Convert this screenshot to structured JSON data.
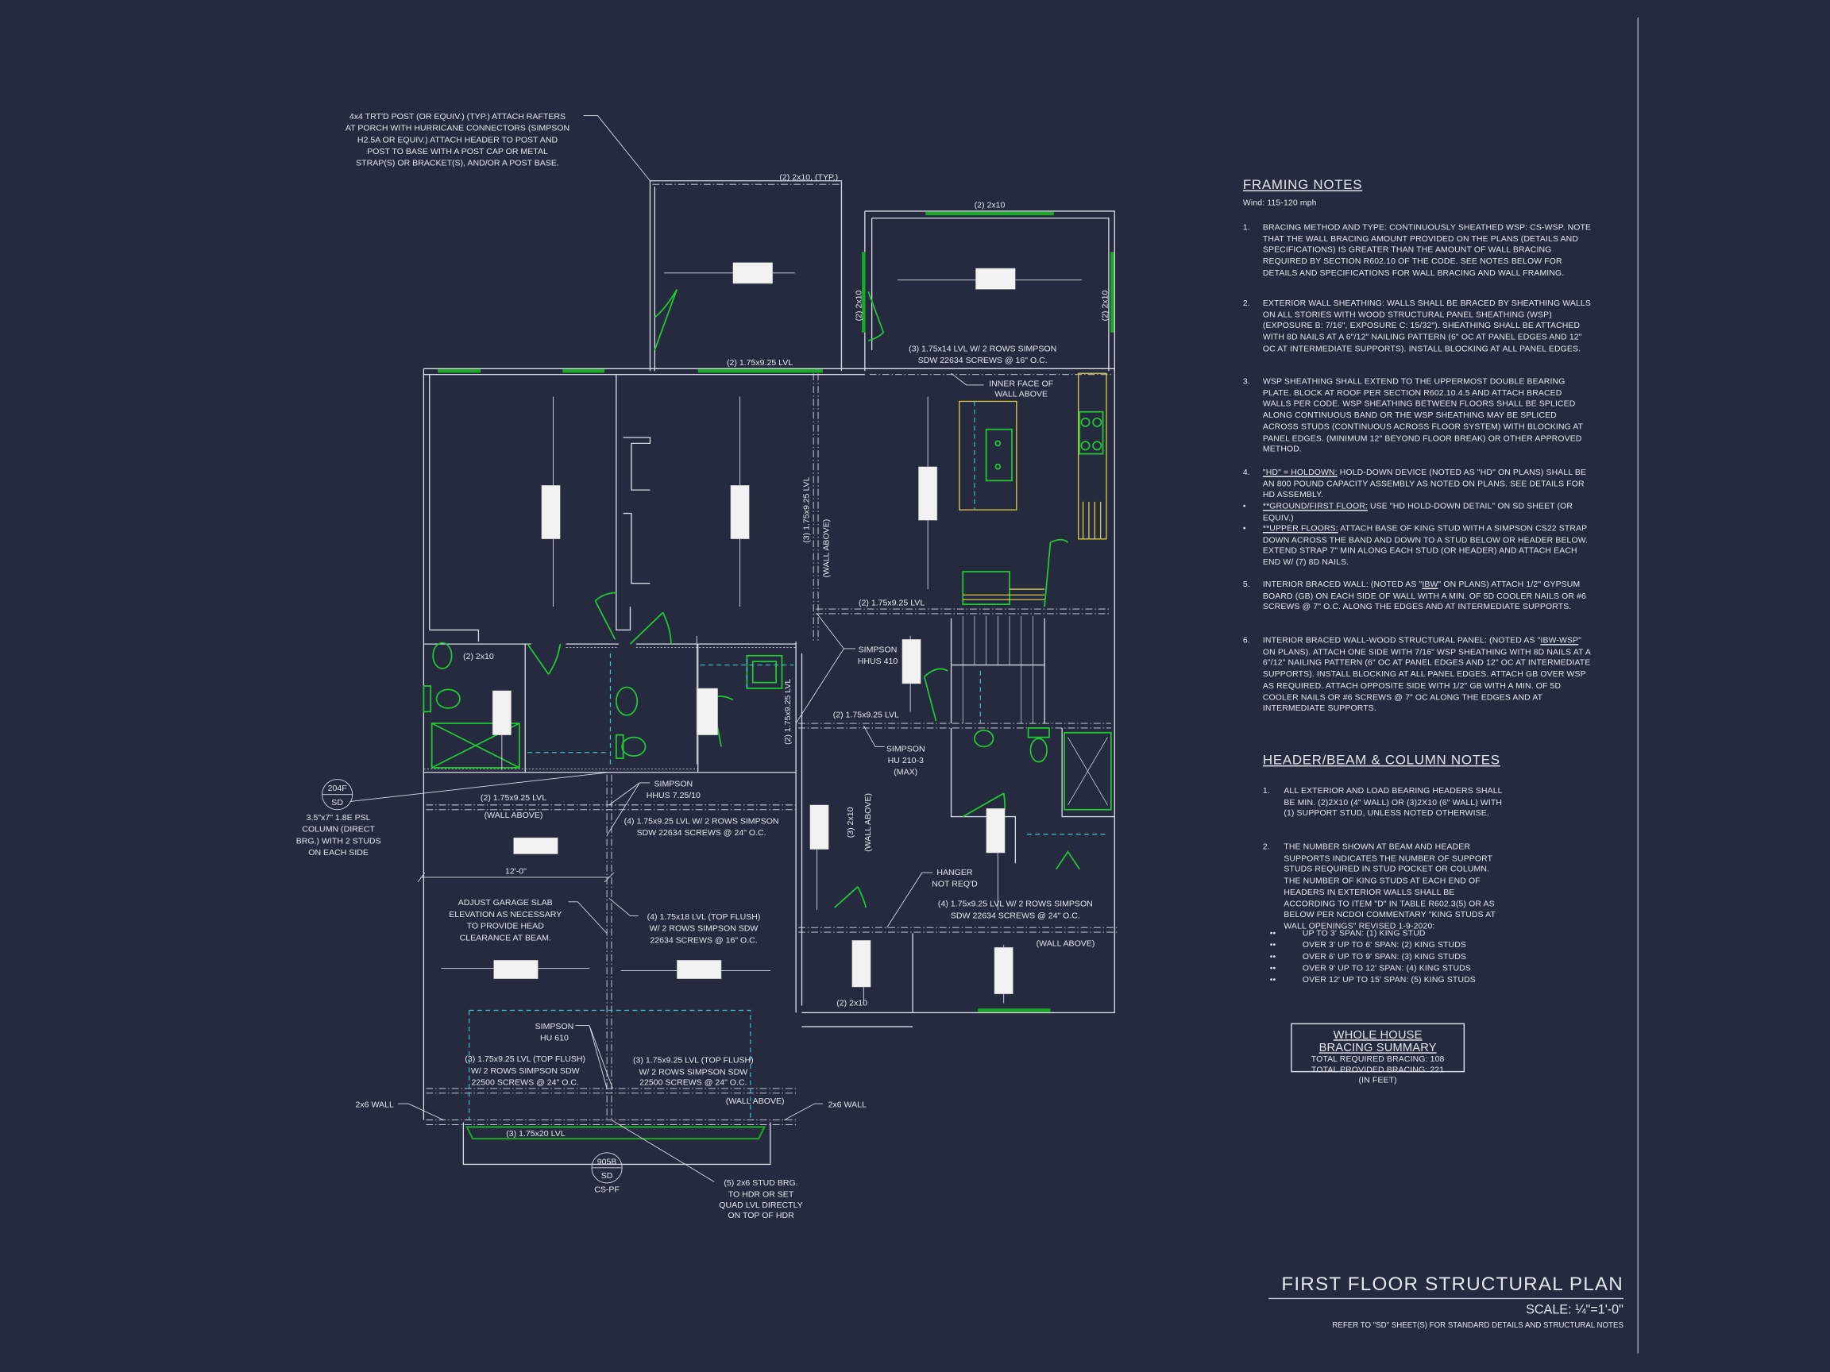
{
  "colors": {
    "background": "#262a3e",
    "linework": "#d9dce6",
    "fixtures": "#22c832",
    "cabinets": "#d6c94a",
    "dashed_outline": "#3cc4d0"
  },
  "title_block": {
    "title": "FIRST FLOOR STRUCTURAL PLAN",
    "scale": "SCALE: ¼\"=1'-0\"",
    "reference": "REFER TO \"SD\" SHEET(S) FOR STANDARD DETAILS AND STRUCTURAL NOTES"
  },
  "framing_notes": {
    "title": "FRAMING NOTES",
    "wind": "Wind: 115-120 mph",
    "items": [
      {
        "num": "1.",
        "text": "BRACING METHOD AND TYPE: CONTINUOUSLY SHEATHED WSP: CS-WSP. NOTE THAT THE WALL BRACING AMOUNT PROVIDED ON THE PLANS (DETAILS AND SPECIFICATIONS) IS GREATER THAN THE AMOUNT OF WALL BRACING REQUIRED BY SECTION R602.10 OF THE CODE. SEE NOTES BELOW FOR DETAILS AND SPECIFICATIONS FOR WALL BRACING AND WALL FRAMING."
      },
      {
        "num": "2.",
        "text": "EXTERIOR WALL SHEATHING: WALLS SHALL BE BRACED BY SHEATHING WALLS ON ALL STORIES WITH WOOD STRUCTURAL PANEL SHEATHING (WSP) (EXPOSURE B: 7/16\", EXPOSURE C: 15/32\"). SHEATHING SHALL BE ATTACHED WITH 8d NAILS AT A 6\"/12\" NAILING PATTERN (6\" OC AT PANEL EDGES AND 12\" OC AT INTERMEDIATE SUPPORTS). INSTALL BLOCKING AT ALL PANEL EDGES."
      },
      {
        "num": "3.",
        "text": "WSP SHEATHING SHALL EXTEND TO THE UPPERMOST DOUBLE BEARING PLATE. BLOCK AT ROOF PER SECTION R602.10.4.5 AND ATTACH BRACED WALLS PER CODE. WSP SHEATHING BETWEEN FLOORS SHALL BE SPLICED ALONG CONTINUOUS BAND OR THE WSP SHEATHING MAY BE SPLICED ACROSS STUDS (CONTINUOUS ACROSS FLOOR SYSTEM) WITH BLOCKING AT PANEL EDGES. (MINIMUM 12\" BEYOND FLOOR BREAK) OR OTHER APPROVED METHOD."
      },
      {
        "num": "4.",
        "lead": "\"HD\" = HOLDOWN:",
        "text": " HOLD-DOWN DEVICE (NOTED AS \"HD\" ON PLANS) SHALL BE AN 800 POUND CAPACITY ASSEMBLY AS NOTED ON PLANS. SEE DETAILS FOR HD ASSEMBLY."
      },
      {
        "num": "•",
        "lead": "**GROUND/FIRST FLOOR:",
        "text": "  USE \"HD HOLD-DOWN DETAIL\" ON SD SHEET (OR EQUIV.)"
      },
      {
        "num": "•",
        "lead": "**UPPER FLOORS:",
        "text": " ATTACH BASE OF KING STUD WITH A SIMPSON CS22 STRAP DOWN ACROSS THE BAND AND DOWN TO A STUD BELOW OR HEADER BELOW.  EXTEND STRAP 7\" MIN ALONG EACH STUD (OR HEADER) AND ATTACH EACH END W/ (7) 8d NAILS."
      },
      {
        "num": "5.",
        "pre": "INTERIOR BRACED WALL: (NOTED AS \"",
        "lead": "IBW",
        "text": "\" ON PLANS) ATTACH 1/2\" GYPSUM BOARD (GB) ON EACH SIDE OF WALL WITH A MIN. OF 5d COOLER NAILS OR #6 SCREWS @ 7\" O.C. ALONG THE EDGES AND AT INTERMEDIATE SUPPORTS."
      },
      {
        "num": "6.",
        "pre": "INTERIOR BRACED WALL-WOOD STRUCTURAL PANEL: (NOTED AS \"",
        "lead": "IBW-WSP",
        "text": "\" ON PLANS). ATTACH ONE SIDE WITH 7/16\" WSP SHEATHING WITH 8d NAILS AT A 6\"/12\" NAILING PATTERN (6\" OC AT PANEL EDGES AND 12\" OC AT INTERMEDIATE SUPPORTS). INSTALL BLOCKING AT ALL PANEL EDGES. ATTACH GB OVER WSP AS REQUIRED. ATTACH OPPOSITE SIDE WITH 1/2\" GB WITH A MIN. OF 5d COOLER NAILS OR #6 SCREWS @ 7\" OC ALONG THE EDGES AND AT INTERMEDIATE SUPPORTS."
      }
    ]
  },
  "header_notes": {
    "title": "HEADER/BEAM & COLUMN NOTES",
    "items": [
      {
        "num": "1.",
        "text": "ALL EXTERIOR AND LOAD BEARING HEADERS SHALL BE MIN. (2)2x10 (4\" WALL) OR (3)2x10 (6\" WALL) WITH (1) SUPPORT STUD, UNLESS NOTED OTHERWISE."
      },
      {
        "num": "2.",
        "text": "THE NUMBER SHOWN AT BEAM AND HEADER SUPPORTS INDICATES THE NUMBER OF SUPPORT STUDS REQUIRED IN STUD POCKET OR COLUMN. THE NUMBER OF KING STUDS AT EACH END OF HEADERS IN EXTERIOR WALLS SHALL BE ACCORDING TO ITEM \"d\" IN TABLE R602.3(5) OR AS BELOW PER NCDOI COMMENTARY \"KING STUDS AT WALL OPENINGS\" REVISED 1-9-2020:"
      }
    ],
    "spans": [
      "UP TO 3' SPAN: (1) KING STUD",
      "OVER 3' UP TO 6' SPAN: (2) KING STUDS",
      "OVER 6' UP TO 9' SPAN: (3) KING STUDS",
      "OVER 9' UP TO 12' SPAN: (4) KING STUDS",
      "OVER 12' UP TO 15' SPAN: (5) KING STUDS"
    ],
    "bullet": "••"
  },
  "bracing_summary": {
    "title_1": "WHOLE HOUSE",
    "title_2": "BRACING SUMMARY",
    "required": "TOTAL REQUIRED BRACING: 108",
    "provided": "TOTAL PROVIDED BRACING: 221",
    "unit": "(IN FEET)"
  },
  "plan": {
    "porch_note": [
      "4x4 TRT'D POST (OR EQUIV.) (TYP.) ATTACH RAFTERS",
      "AT PORCH WITH HURRICANE CONNECTORS (SIMPSON",
      "H2.5A OR EQUIV.) ATTACH HEADER TO POST AND",
      "POST TO BASE WITH A POST CAP OR METAL",
      "STRAP(S) OR BRACKET(S), AND/OR A POST BASE."
    ],
    "porch_beam": "(2) 2x10, (TYP.)",
    "sunroom_top": "(2) 2x10",
    "sunroom_left": "(2) 2x10",
    "sunroom_right": "(2) 2x10",
    "front_lvl": "(2) 1.75x9.25 LVL",
    "sunroom_beam": [
      "(3) 1.75x14 LVL W/ 2 ROWS SIMPSON",
      "SDW 22634 SCREWS @ 16\" O.C."
    ],
    "inner_face": [
      "INNER FACE OF",
      "WALL ABOVE"
    ],
    "center_beam": "(3) 1.75x9.25 LVL",
    "center_beam_wall": "(WALL ABOVE)",
    "kitchen_beam": "(2) 1.75x9.25 LVL",
    "bath_header": "(2) 2x10",
    "hhus410": [
      "SIMPSON",
      "HHUS 410"
    ],
    "hall_beam_v": "(2) 1.75x9.25 LVL",
    "stair_beam": "(2) 1.75x9.25 LVL",
    "hu210": [
      "SIMPSON",
      "HU 210-3",
      "(MAX)"
    ],
    "detail_204f": [
      "204F",
      "SD"
    ],
    "psl_column": [
      "3.5\"x7\" 1.8E PSL",
      "COLUMN (DIRECT",
      "BRG.) WITH 2 STUDS",
      "ON EACH SIDE"
    ],
    "hhus725": [
      "SIMPSON",
      "HHUS 7.25/10"
    ],
    "garage_beam_left": [
      "(2) 1.75x9.25 LVL",
      "(WALL ABOVE)"
    ],
    "garage_beam_right": [
      "(4) 1.75x9.25 LVL W/ 2 ROWS SIMPSON",
      "SDW 22634 SCREWS @ 24\" O.C."
    ],
    "hall_wall": [
      "(3) 2x10",
      "(WALL ABOVE)"
    ],
    "dim_12": "12'-0\"",
    "hanger": [
      "HANGER",
      "NOT REQ'D"
    ],
    "rear_beam": [
      "(4) 1.75x9.25 LVL W/ 2 ROWS SIMPSON",
      "SDW 22634 SCREWS @ 24\" O.C."
    ],
    "slab_note": [
      "ADJUST GARAGE SLAB",
      "ELEVATION AS NECESSARY",
      "TO PROVIDE HEAD",
      "CLEARANCE AT BEAM."
    ],
    "garage_center_beam": [
      "(4) 1.75x18 LVL (TOP FLUSH)",
      "W/ 2 ROWS SIMPSON SDW",
      "22634 SCREWS @ 16\" O.C."
    ],
    "rear_wall_above": "(WALL ABOVE)",
    "lower_header": "(2) 2x10",
    "hu610": [
      "SIMPSON",
      "HU 610"
    ],
    "garage_door_left": [
      "(3) 1.75x9.25 LVL (TOP FLUSH)",
      "W/ 2 ROWS SIMPSON SDW",
      "22500 SCREWS @ 24\" O.C."
    ],
    "garage_door_right": [
      "(3) 1.75x9.25 LVL (TOP FLUSH)",
      "W/ 2 ROWS SIMPSON SDW",
      "22500 SCREWS @ 24\" O.C."
    ],
    "garage_wall_above": "(WALL ABOVE)",
    "wall_2x6_left": "2x6 WALL",
    "wall_2x6_right": "2x6 WALL",
    "garage_door_header": "(3) 1.75x20 LVL",
    "detail_905b": [
      "905B",
      "SD",
      "CS-PF"
    ],
    "stud_brg": [
      "(5) 2x6 STUD BRG.",
      "TO HDR OR SET",
      "QUAD LVL DIRECTLY",
      "ON TOP OF HDR"
    ]
  }
}
